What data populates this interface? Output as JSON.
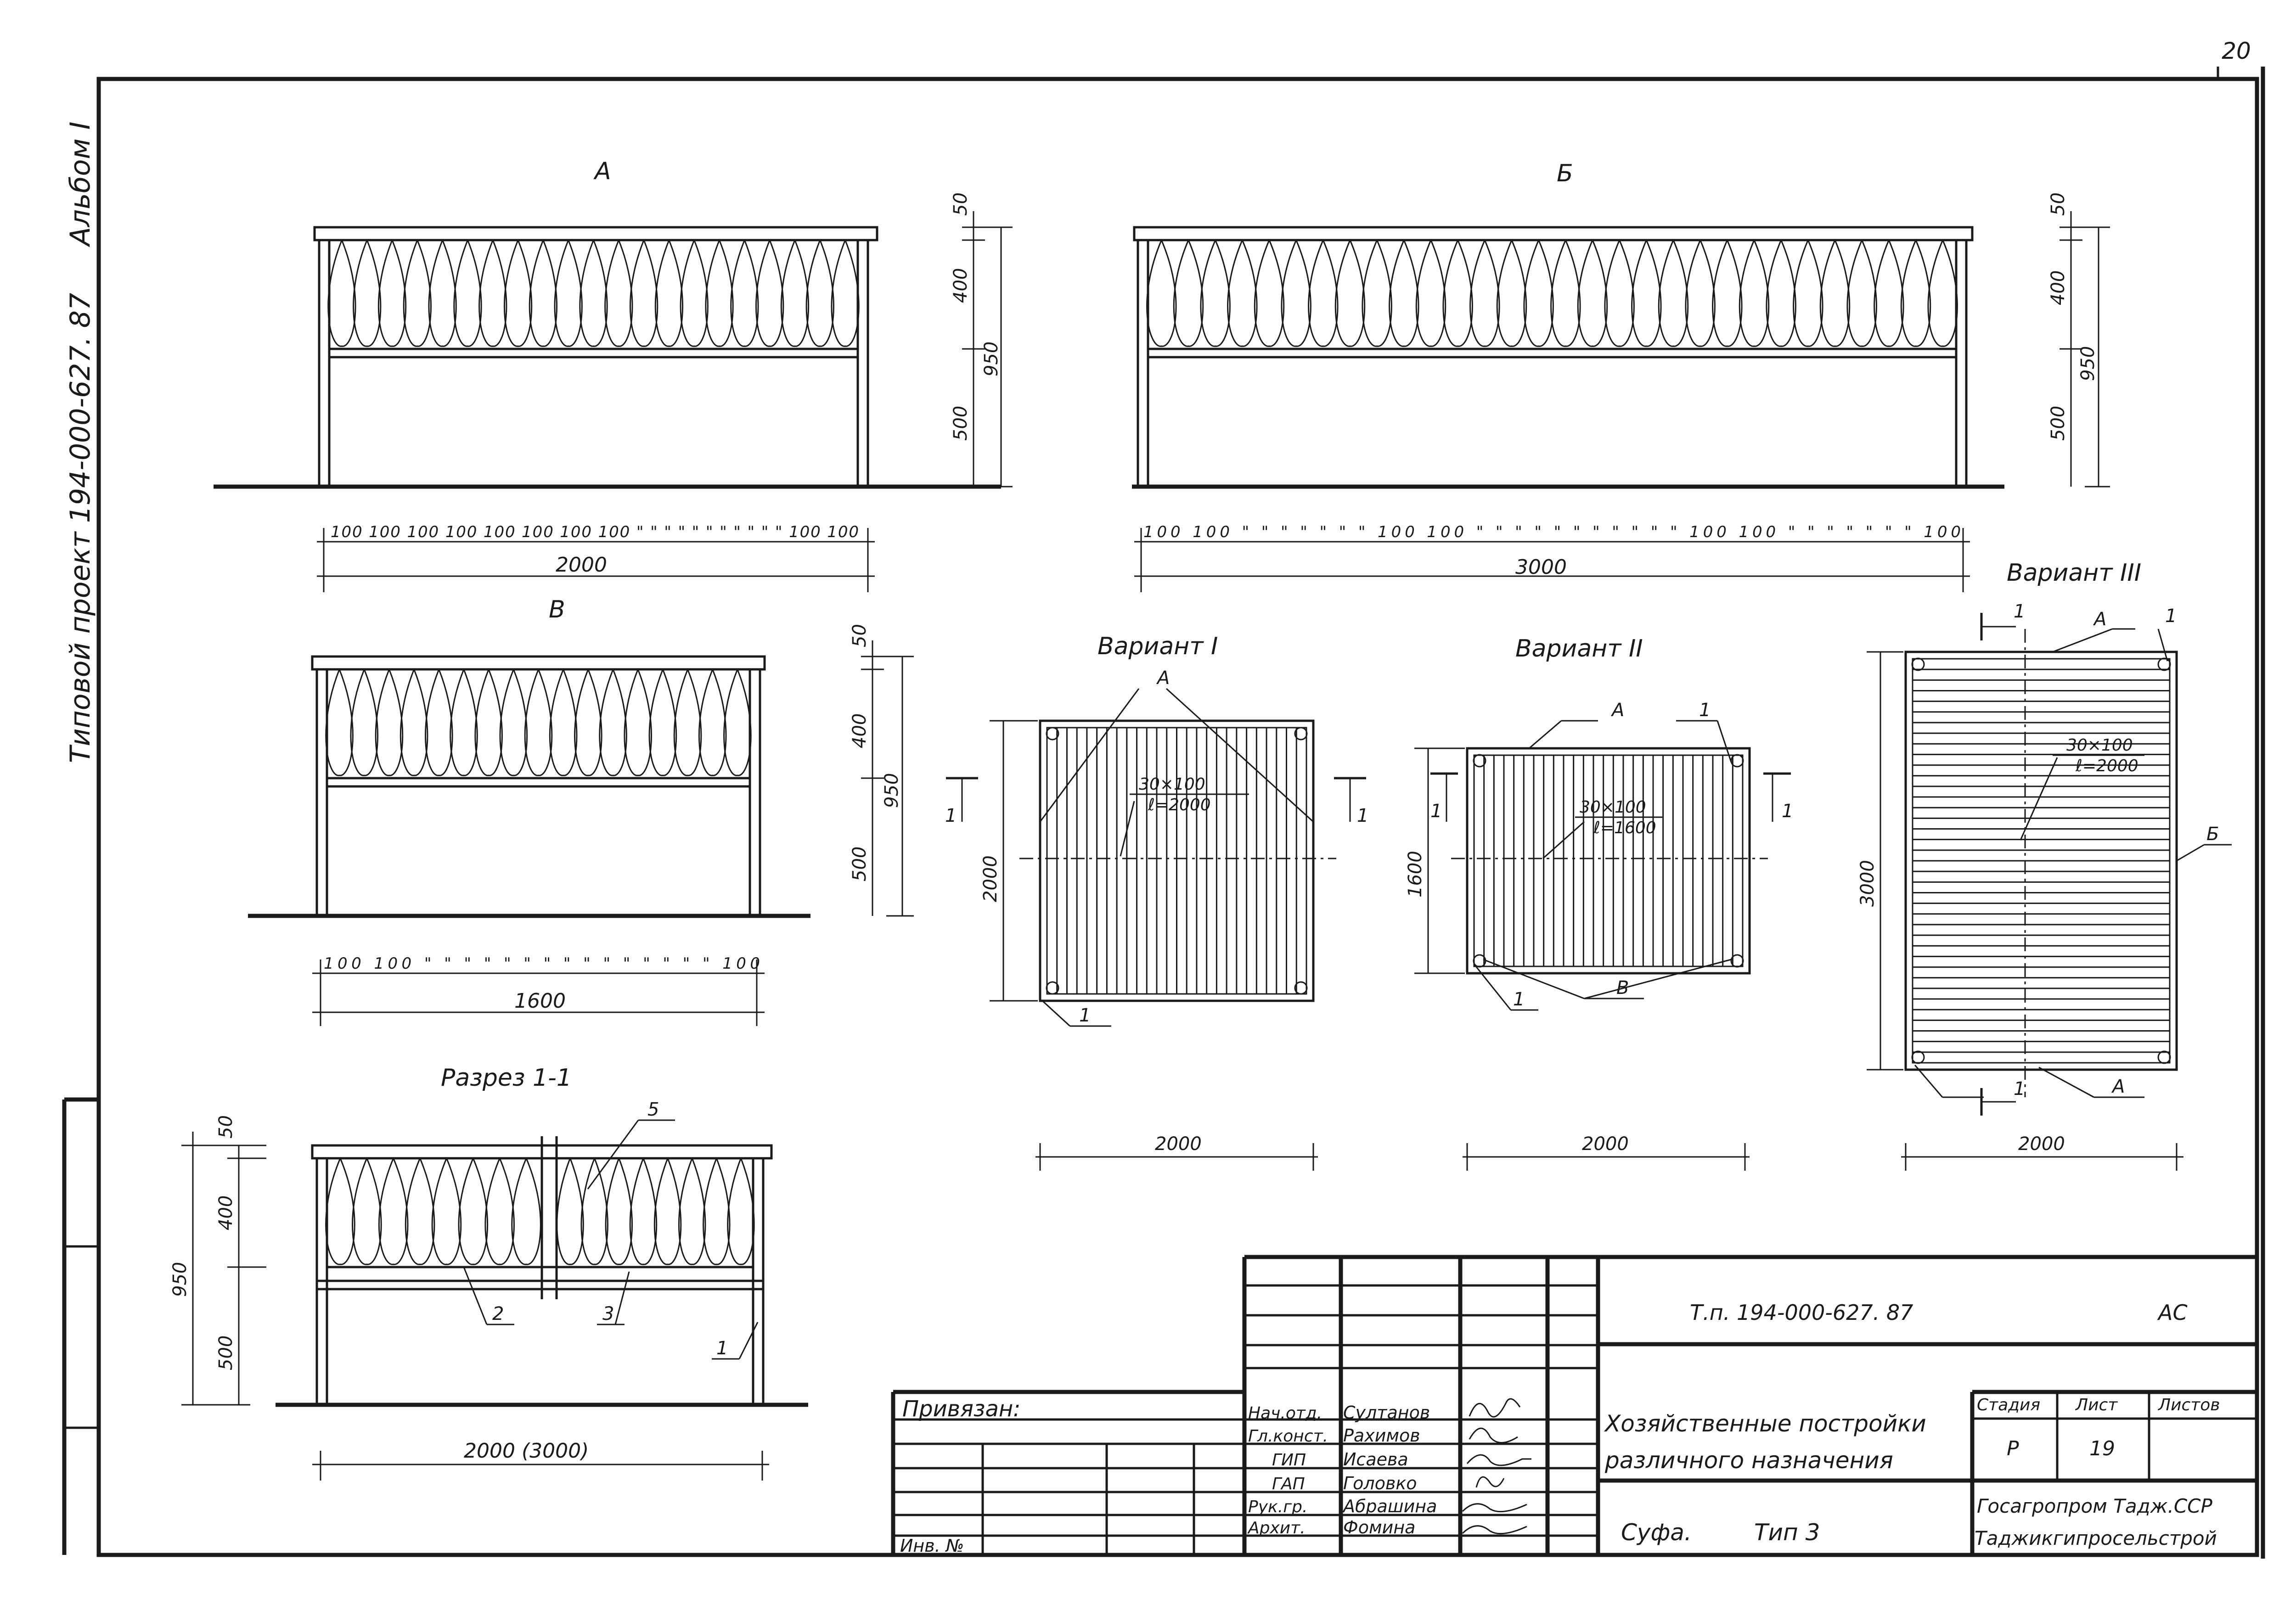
{
  "sheet_number": "20",
  "side_stamp": {
    "project": "Типовой проект 194-000-627. 87",
    "album": "Альбом I"
  },
  "views": {
    "a": {
      "title": "А",
      "dims_v": [
        "50",
        "400",
        "950",
        "500"
      ],
      "dim_chain": "100 100 100 100 100 100 100 100 \" \" \" \" \" \" \" \" \" \" \" 100 100",
      "total": "2000"
    },
    "b": {
      "title": "Б",
      "dims_v": [
        "50",
        "400",
        "950",
        "500"
      ],
      "dim_chain": "100 100 \" \" \" \" \" \" \" 100 100 \" \" \" \" \" \" \" \" \" \" \" 100 100 \" \" \" \" \" \" \" 100",
      "total": "3000"
    },
    "v": {
      "title": "В",
      "dims_v": [
        "50",
        "400",
        "950",
        "500"
      ],
      "dim_chain": "100 100 \" \" \" \" \" \" \" \" \" \" \" \" \" \" \" 100",
      "total": "1600"
    },
    "section": {
      "title": "Разрез 1-1",
      "dims_v": [
        "50",
        "400",
        "950",
        "500"
      ],
      "total": "2000 (3000)",
      "callouts": [
        "5",
        "2",
        "3",
        "1"
      ]
    }
  },
  "variants": {
    "v1": {
      "title": "Вариант I",
      "label_a": "А",
      "board": "30×100",
      "length": "ℓ=2000",
      "height": "2000",
      "width": "2000",
      "section_mark": "1",
      "post_mark": "1"
    },
    "v2": {
      "title": "Вариант II",
      "label_a": "А",
      "label_v": "В",
      "board": "30×100",
      "length": "ℓ=1600",
      "height": "1600",
      "width": "2000",
      "section_mark": "1",
      "post_mark": "1"
    },
    "v3": {
      "title": "Вариант III",
      "label_a": "А",
      "label_b": "Б",
      "board": "30×100",
      "length": "ℓ=2000",
      "height": "3000",
      "width": "2000",
      "section_mark": "1",
      "post_mark": "1"
    }
  },
  "title_block": {
    "code": "Т.п. 194-000-627. 87",
    "doc_mark": "АС",
    "attached": "Привязан:",
    "inv_no": "Инв. №",
    "roles": [
      "Нач.отд.",
      "Гл.конст.",
      "ГИП",
      "ГАП",
      "Рук.гр.",
      "Архит."
    ],
    "names": [
      "Султанов",
      "Рахимов",
      "Исаева",
      "Головко",
      "Абрашина",
      "Фомина"
    ],
    "subject_line1": "Хозяйственные постройки",
    "subject_line2": "различного назначения",
    "headers": {
      "stage": "Стадия",
      "sheet": "Лист",
      "sheets": "Листов"
    },
    "stage": "Р",
    "sheet": "19",
    "sheets": "",
    "object_name": "Суфа.",
    "object_type": "Тип 3",
    "org1": "Госагропром Тадж.ССР",
    "org2": "Таджикгипросельстрой"
  }
}
